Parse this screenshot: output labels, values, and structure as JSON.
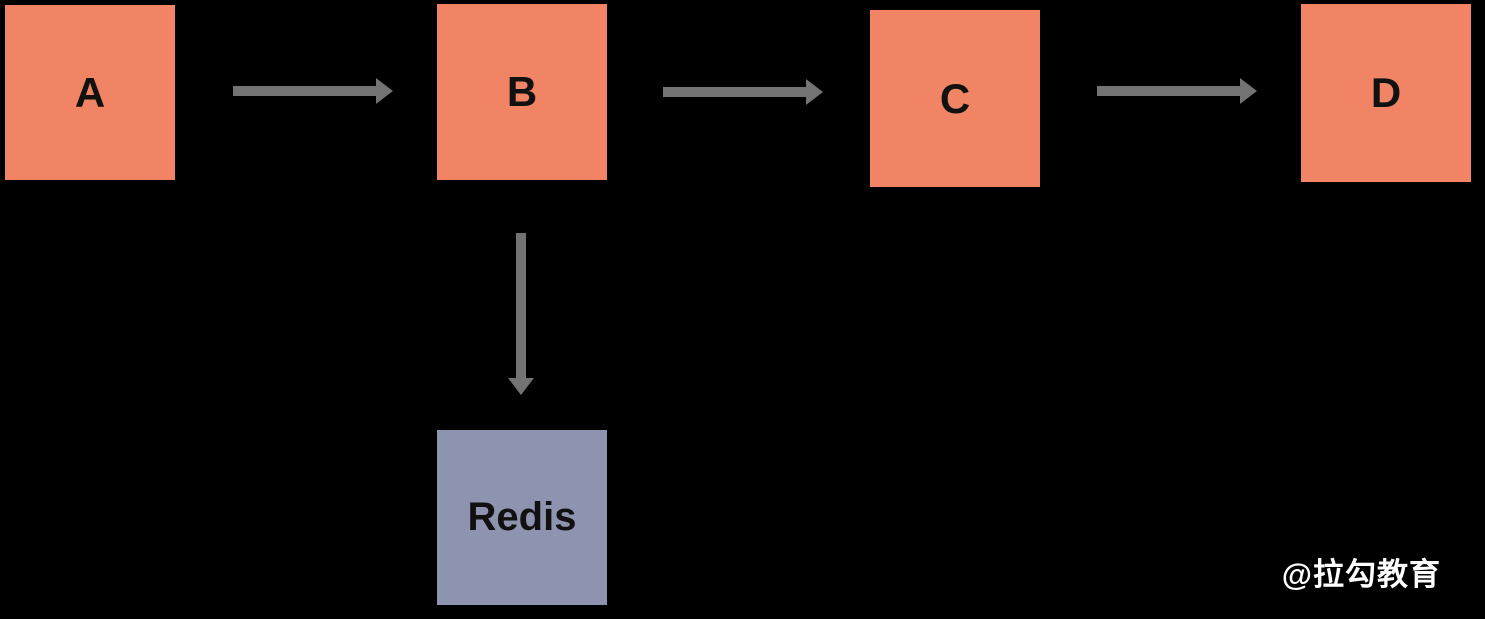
{
  "diagram": {
    "type": "flowchart",
    "nodes": [
      {
        "id": "A",
        "label": "A",
        "color": "#F08465",
        "shape": "square"
      },
      {
        "id": "B",
        "label": "B",
        "color": "#F08465",
        "shape": "square"
      },
      {
        "id": "C",
        "label": "C",
        "color": "#F08465",
        "shape": "square"
      },
      {
        "id": "D",
        "label": "D",
        "color": "#F08465",
        "shape": "square"
      },
      {
        "id": "Redis",
        "label": "Redis",
        "color": "#8E93B0",
        "shape": "square"
      }
    ],
    "edges": [
      {
        "from": "A",
        "to": "B",
        "direction": "right"
      },
      {
        "from": "B",
        "to": "C",
        "direction": "right"
      },
      {
        "from": "C",
        "to": "D",
        "direction": "right"
      },
      {
        "from": "B",
        "to": "Redis",
        "direction": "down"
      }
    ],
    "watermark": "@拉勾教育",
    "colors": {
      "background": "#000000",
      "arrow": "#737373",
      "node_orange": "#F08465",
      "node_slate": "#8E93B0",
      "node_text": "#111111",
      "watermark": "#FFFFFF"
    }
  }
}
